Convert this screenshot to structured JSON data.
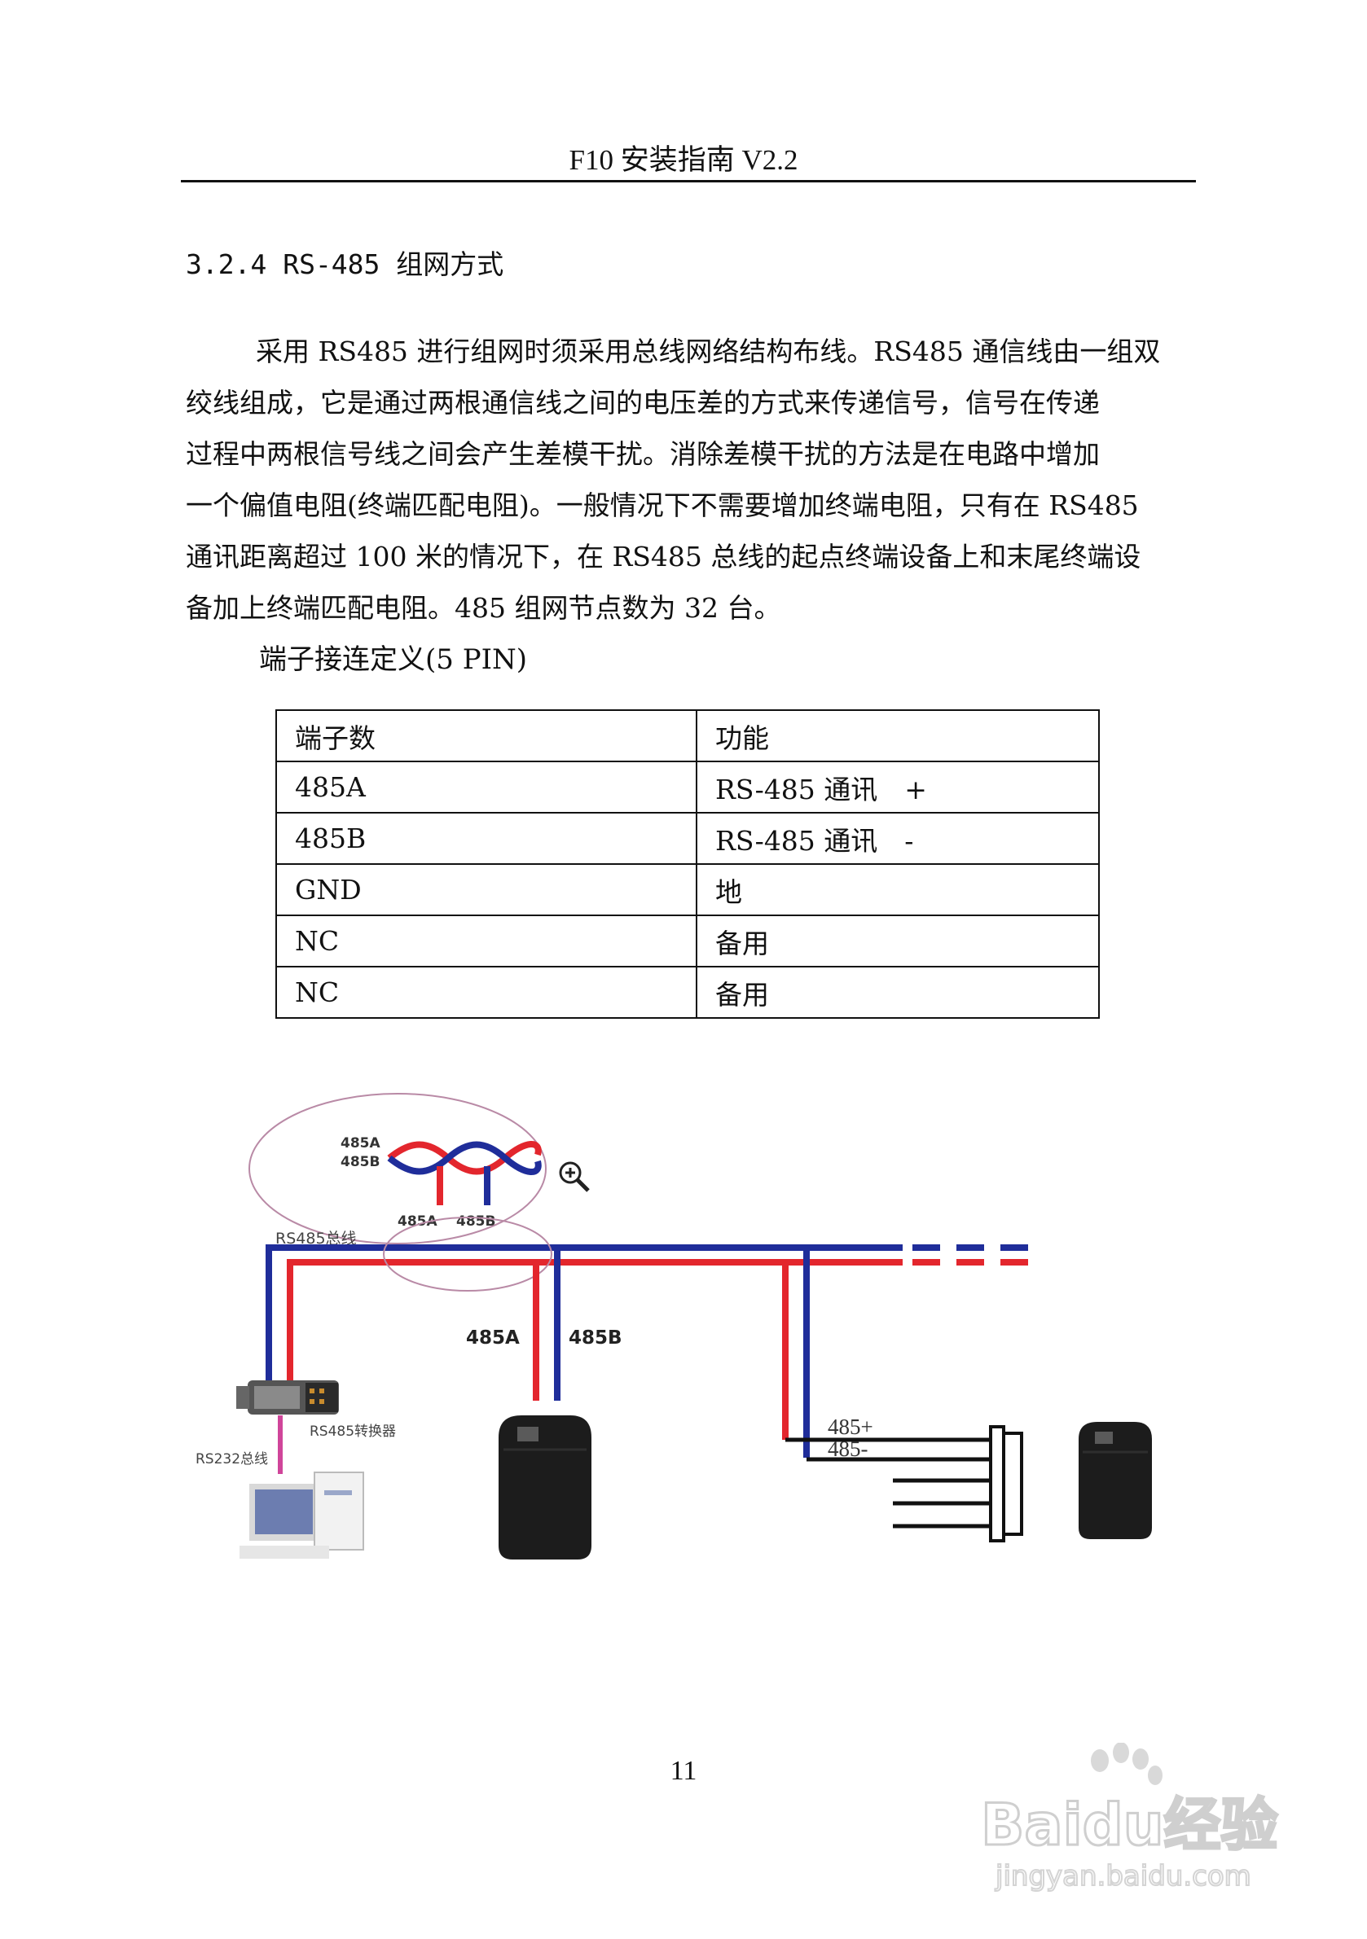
{
  "header": {
    "title": "F10 安装指南 V2.2"
  },
  "section": {
    "heading": "3.2.4 RS-485 组网方式"
  },
  "body": {
    "lines": [
      "采用 RS485 进行组网时须采用总线网络结构布线。RS485 通信线由一组双",
      "绞线组成，它是通过两根通信线之间的电压差的方式来传递信号，信号在传递",
      "过程中两根信号线之间会产生差模干扰。消除差模干扰的方法是在电路中增加",
      "一个偏值电阻(终端匹配电阻)。一般情况下不需要增加终端电阻，只有在 RS485",
      "通讯距离超过 100 米的情况下，在 RS485 总线的起点终端设备上和末尾终端设",
      "备加上终端匹配电阻。485 组网节点数为 32 台。"
    ]
  },
  "table": {
    "caption": "端子接连定义(5 PIN)",
    "headers": [
      "端子数",
      "功能"
    ],
    "rows": [
      [
        "485A",
        "RS-485 通讯　+"
      ],
      [
        "485B",
        "RS-485 通讯　-"
      ],
      [
        "GND",
        "地"
      ],
      [
        "NC",
        "备用"
      ],
      [
        "NC",
        "备用"
      ]
    ]
  },
  "diagram": {
    "zoom_label_a": "485A",
    "zoom_label_b": "485B",
    "zoom_bottom_a": "485A",
    "zoom_bottom_b": "485B",
    "bus_label": "RS485总线",
    "drop_label_a": "485A",
    "drop_label_b": "485B",
    "converter_label": "RS485转换器",
    "rs232_label": "RS232总线",
    "terminal_plus": "485+",
    "terminal_minus": "485-",
    "colors": {
      "red": "#e3262d",
      "blue": "#1f2d9a",
      "magenta": "#d0459a"
    }
  },
  "footer": {
    "page_number": "11"
  },
  "watermark": {
    "brand": "Baidu经验",
    "url": "jingyan.baidu.com"
  }
}
